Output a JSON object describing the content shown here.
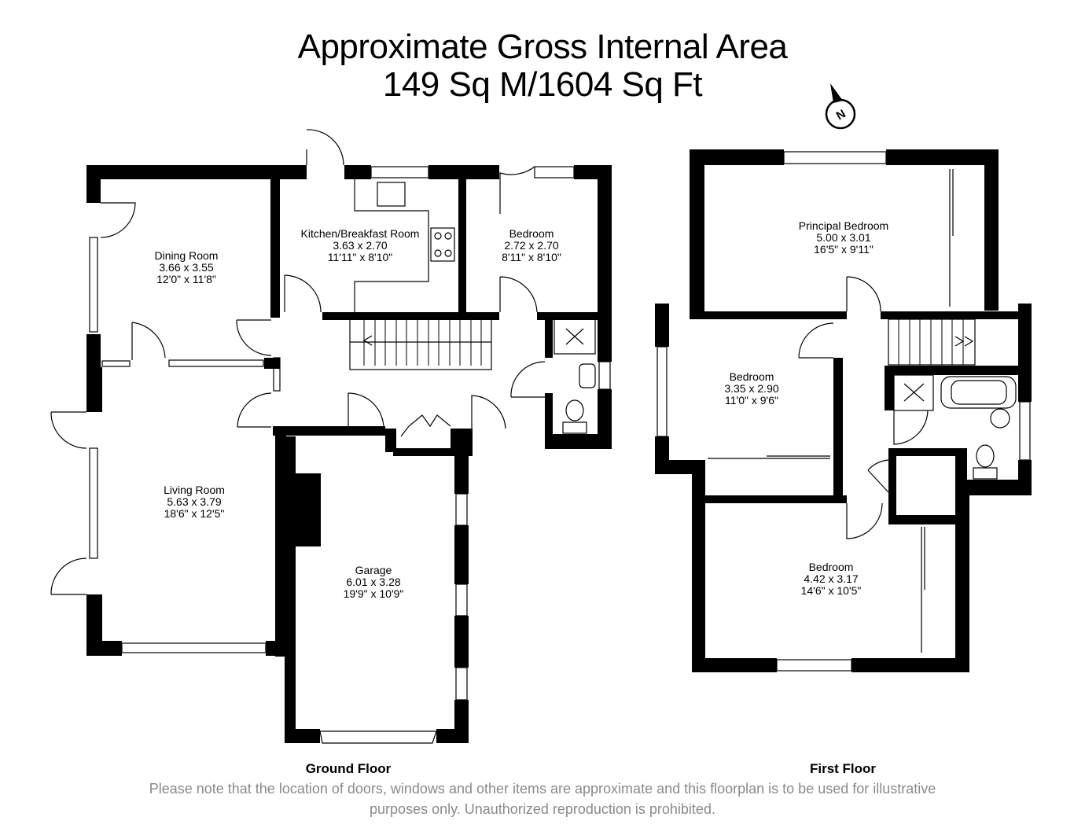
{
  "header": {
    "title_line1": "Approximate Gross Internal Area",
    "title_line2": "149 Sq M/1604 Sq Ft"
  },
  "compass": {
    "icon": "north-arrow-icon",
    "label": "N"
  },
  "ground_floor": {
    "label": "Ground Floor",
    "rooms": [
      {
        "name": "Dining Room",
        "metric": "3.66 x 3.55",
        "imperial": "12'0\" x 11'8\""
      },
      {
        "name": "Kitchen/Breakfast Room",
        "metric": "3.63 x 2.70",
        "imperial": "11'11\" x 8'10\""
      },
      {
        "name": "Bedroom",
        "metric": "2.72 x 2.70",
        "imperial": "8'11\" x 8'10\""
      },
      {
        "name": "Living Room",
        "metric": "5.63 x 3.79",
        "imperial": "18'6\" x 12'5\""
      },
      {
        "name": "Garage",
        "metric": "6.01 x 3.28",
        "imperial": "19'9\" x 10'9\""
      }
    ]
  },
  "first_floor": {
    "label": "First Floor",
    "rooms": [
      {
        "name": "Principal Bedroom",
        "metric": "5.00 x 3.01",
        "imperial": "16'5\" x 9'11\""
      },
      {
        "name": "Bedroom",
        "metric": "3.35 x 2.90",
        "imperial": "11'0\" x 9'6\""
      },
      {
        "name": "Bedroom",
        "metric": "4.42 x 3.17",
        "imperial": "14'6\" x 10'5\""
      }
    ]
  },
  "footer": {
    "disclaimer_line1": "Please note that the location of doors, windows and other items are approximate and this floorplan is to be used for illustrative",
    "disclaimer_line2": "purposes only. Unauthorized reproduction is prohibited."
  },
  "colors": {
    "wall": "#000000",
    "background": "#ffffff",
    "disclaimer": "#8a8a8a"
  }
}
